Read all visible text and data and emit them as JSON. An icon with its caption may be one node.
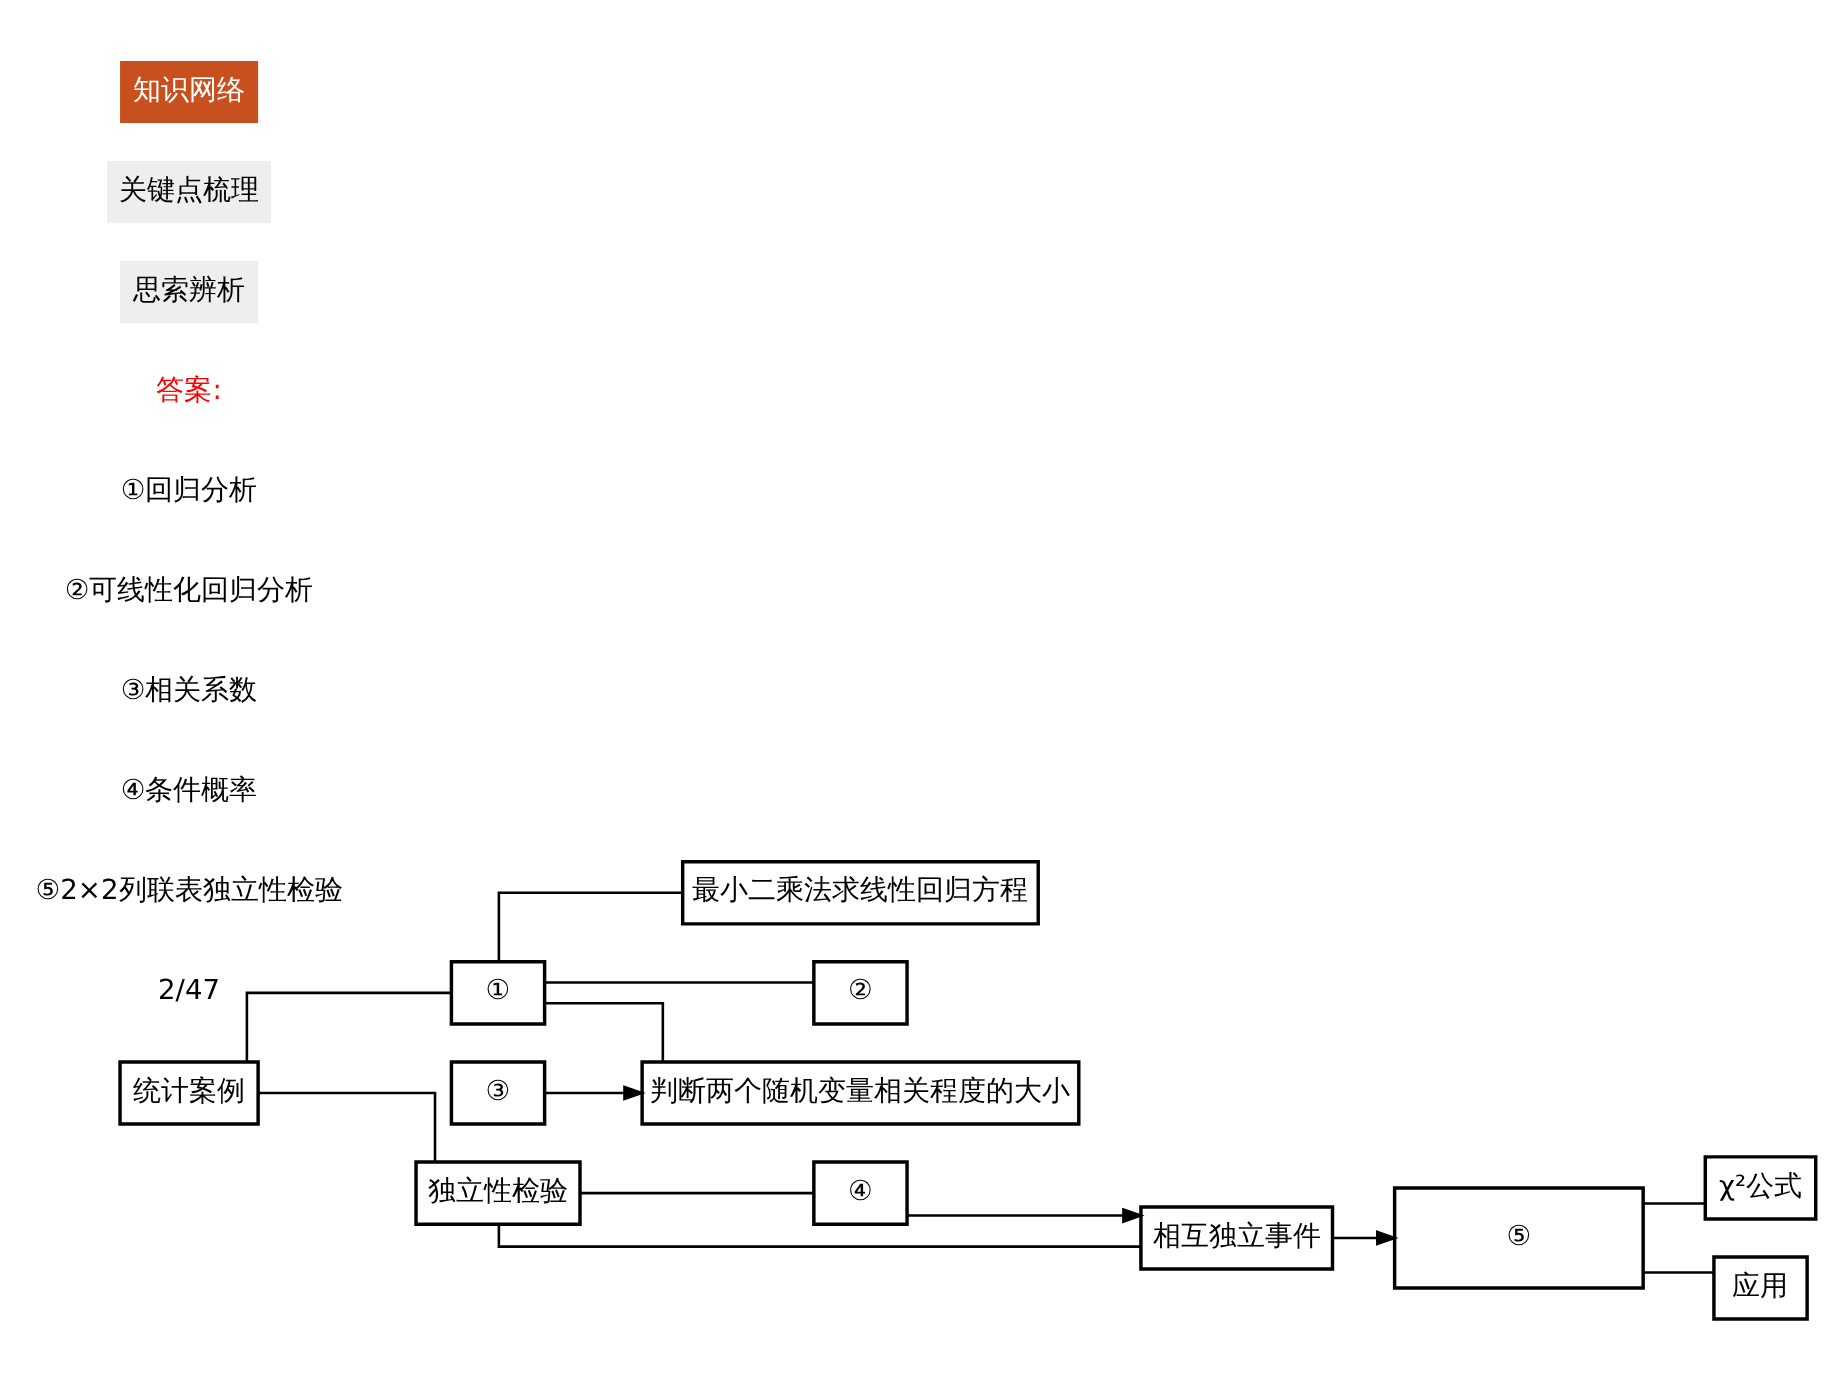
{
  "diagram": {
    "nodes": [
      {
        "text": [
          "统计案例"
        ]
      },
      {
        "text": [
          "①"
        ]
      },
      {
        "text": [
          "独立性检验"
        ]
      },
      {
        "text": [
          "最小二乘法求线性回归方程"
        ]
      },
      {
        "text": [
          "判断两个随机变量相关程度的大小"
        ]
      },
      {
        "text": [
          "②"
        ]
      },
      {
        "text": [
          "③"
        ]
      },
      {
        "text": [
          "④"
        ]
      },
      {
        "text": [
          "相互独立事件"
        ]
      },
      {
        "text": [
          "⑤"
        ]
      },
      {
        "text": [
          "χ²公式"
        ]
      },
      {
        "text": [
          "应用"
        ]
      }
    ],
    "edges": [
      {
        "from": 0,
        "to": 1,
        "arrow": "none"
      },
      {
        "from": 0,
        "to": 2,
        "arrow": "none"
      },
      {
        "from": 1,
        "to": 3,
        "arrow": "none"
      },
      {
        "from": 1,
        "to": 4,
        "arrow": "none"
      },
      {
        "from": 1,
        "to": 5,
        "arrow": "none"
      },
      {
        "from": 6,
        "to": 4,
        "arrow": "to"
      },
      {
        "from": 2,
        "to": 7,
        "arrow": "none"
      },
      {
        "from": 2,
        "to": 8,
        "arrow": "none"
      },
      {
        "from": 7,
        "to": 8,
        "arrow": "to"
      },
      {
        "from": 8,
        "to": 9,
        "arrow": "to"
      },
      {
        "from": 9,
        "to": 10,
        "arrow": "none"
      },
      {
        "from": 9,
        "to": 11,
        "arrow": "none"
      }
    ],
    "labels": [
      "知识网络",
      "关键点梳理",
      "思索辨析",
      "答案:",
      "①回归分析",
      "②可线性化回归分析",
      "③相关系数",
      "④条件概率",
      "⑤2×2列联表独立性检验",
      "2/47"
    ]
  }
}
